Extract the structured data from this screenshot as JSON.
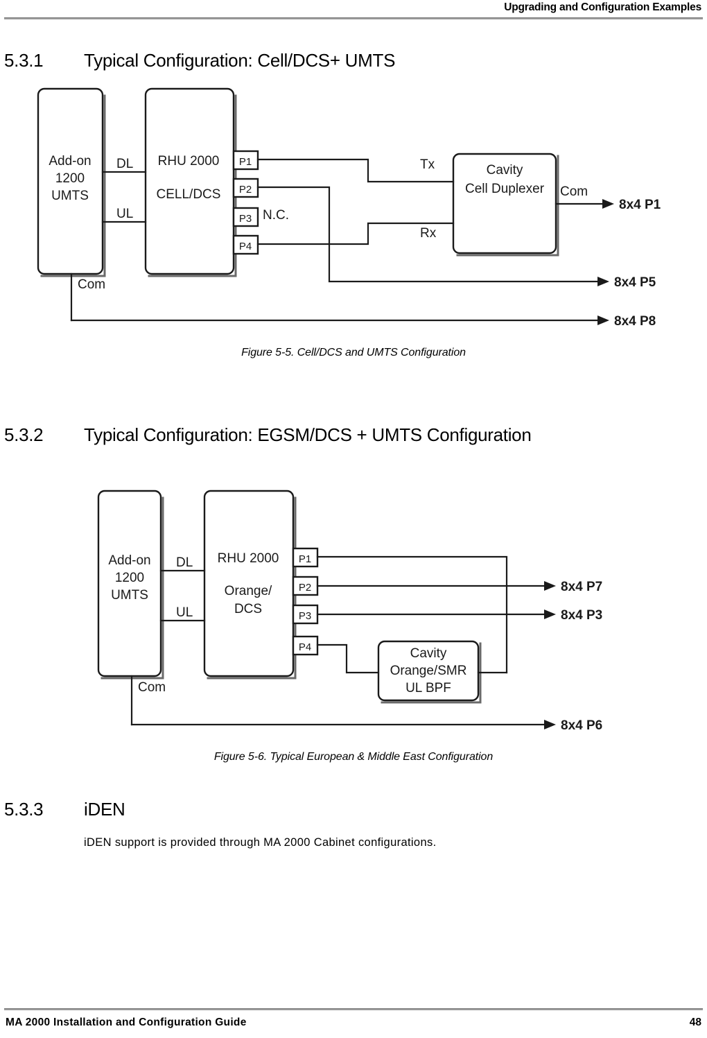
{
  "header": {
    "title": "Upgrading and Configuration Examples"
  },
  "footer": {
    "guide_title": "MA 2000 Installation and Configuration Guide",
    "page_number": "48"
  },
  "sections": [
    {
      "number": "5.3.1",
      "title": "Typical Configuration: Cell/DCS+ UMTS",
      "caption": "Figure 5-5. Cell/DCS and UMTS Configuration"
    },
    {
      "number": "5.3.2",
      "title": "Typical Configuration: EGSM/DCS + UMTS Configuration",
      "caption": "Figure 5-6. Typical European & Middle East Configuration"
    },
    {
      "number": "5.3.3",
      "title": "iDEN",
      "body": "iDEN support is provided through MA 2000 Cabinet configurations."
    }
  ],
  "figure_5_5": {
    "addon_box": {
      "line1": "Add-on",
      "line2": "1200",
      "line3": "UMTS"
    },
    "rhu_box": {
      "line1": "RHU 2000",
      "line2": "CELL/DCS"
    },
    "duplexer_box": {
      "line1": "Cavity",
      "line2": "Cell Duplexer"
    },
    "link_labels": {
      "dl": "DL",
      "ul": "UL",
      "com_addon": "Com"
    },
    "ports": [
      "P1",
      "P2",
      "P3",
      "P4"
    ],
    "nc_label": "N.C.",
    "duplexer_ports": {
      "tx": "Tx",
      "rx": "Rx",
      "com": "Com"
    },
    "outputs": [
      "8x4 P1",
      "8x4 P5",
      "8x4 P8"
    ]
  },
  "figure_5_6": {
    "addon_box": {
      "line1": "Add-on",
      "line2": "1200",
      "line3": "UMTS"
    },
    "rhu_box": {
      "line1": "RHU 2000",
      "line2": "Orange/",
      "line3": "DCS"
    },
    "bpf_box": {
      "line1": "Cavity",
      "line2": "Orange/SMR",
      "line3": "UL BPF"
    },
    "link_labels": {
      "dl": "DL",
      "ul": "UL",
      "com_addon": "Com"
    },
    "ports": [
      "P1",
      "P2",
      "P3",
      "P4"
    ],
    "outputs": [
      "8x4 P7",
      "8x4 P3",
      "8x4 P6"
    ]
  },
  "colors": {
    "line": "#1a1a1a",
    "shadow": "#555555",
    "rule": "#9a9a9a",
    "text": "#000000"
  }
}
